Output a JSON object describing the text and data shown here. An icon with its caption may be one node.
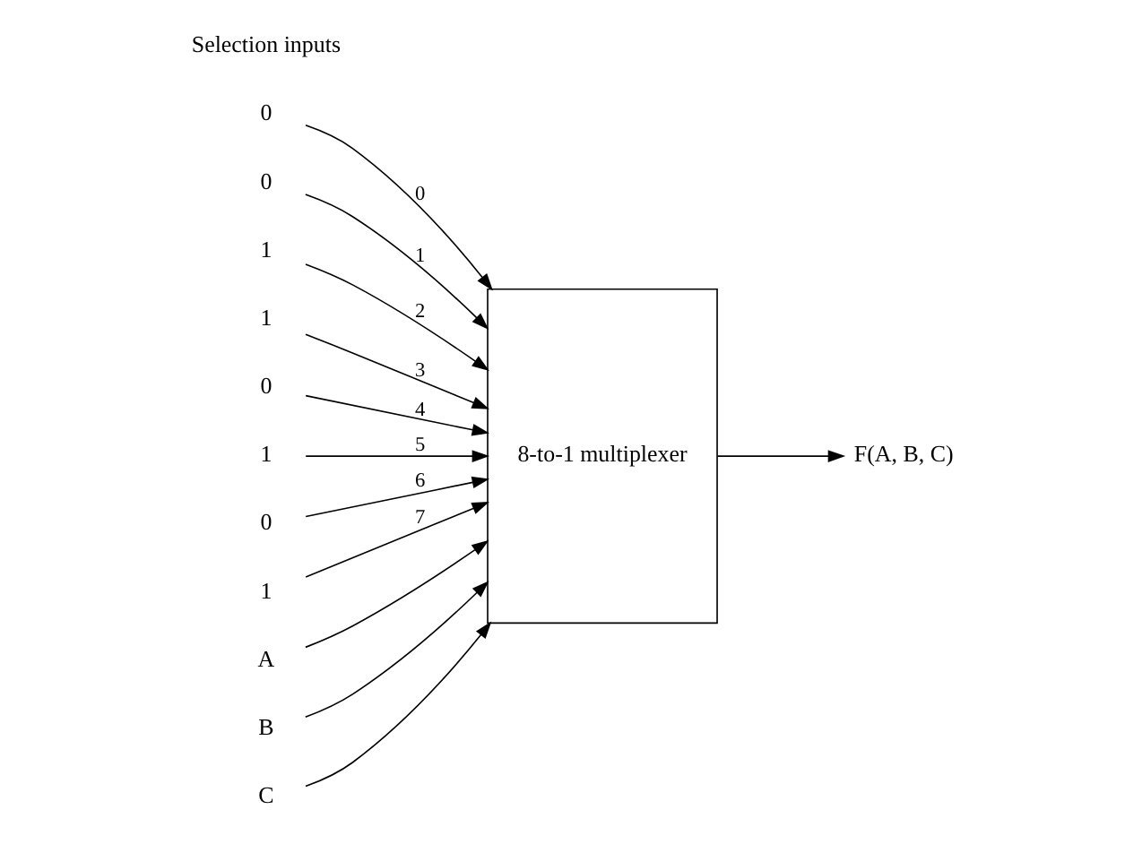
{
  "diagram": {
    "nodes": [
      {
        "text": [
          "0"
        ]
      },
      {
        "text": [
          "0"
        ]
      },
      {
        "text": [
          "1"
        ]
      },
      {
        "text": [
          "1"
        ]
      },
      {
        "text": [
          "0"
        ]
      },
      {
        "text": [
          "1"
        ]
      },
      {
        "text": [
          "0"
        ]
      },
      {
        "text": [
          "1"
        ]
      },
      {
        "text": [
          "8-to-1 multiplexer"
        ]
      },
      {
        "text": [
          "F(A, B, C)"
        ]
      },
      {
        "text": [
          "A"
        ]
      },
      {
        "text": [
          "B"
        ]
      },
      {
        "text": [
          "C"
        ]
      }
    ],
    "edges": [
      {
        "from": 0,
        "to": 8,
        "arrow": "to",
        "label": "0"
      },
      {
        "from": 1,
        "to": 8,
        "arrow": "to",
        "label": "1"
      },
      {
        "from": 2,
        "to": 8,
        "arrow": "to",
        "label": "2"
      },
      {
        "from": 3,
        "to": 8,
        "arrow": "to",
        "label": "3"
      },
      {
        "from": 4,
        "to": 8,
        "arrow": "to",
        "label": "4"
      },
      {
        "from": 5,
        "to": 8,
        "arrow": "to",
        "label": "5"
      },
      {
        "from": 6,
        "to": 8,
        "arrow": "to",
        "label": "6"
      },
      {
        "from": 7,
        "to": 8,
        "arrow": "to",
        "label": "7"
      },
      {
        "from": 8,
        "to": 9,
        "arrow": "to"
      },
      {
        "from": 10,
        "to": 8,
        "arrow": "to"
      },
      {
        "from": 11,
        "to": 8,
        "arrow": "to"
      },
      {
        "from": 12,
        "to": 8,
        "arrow": "to"
      }
    ],
    "labels": [
      "Selection inputs"
    ]
  }
}
